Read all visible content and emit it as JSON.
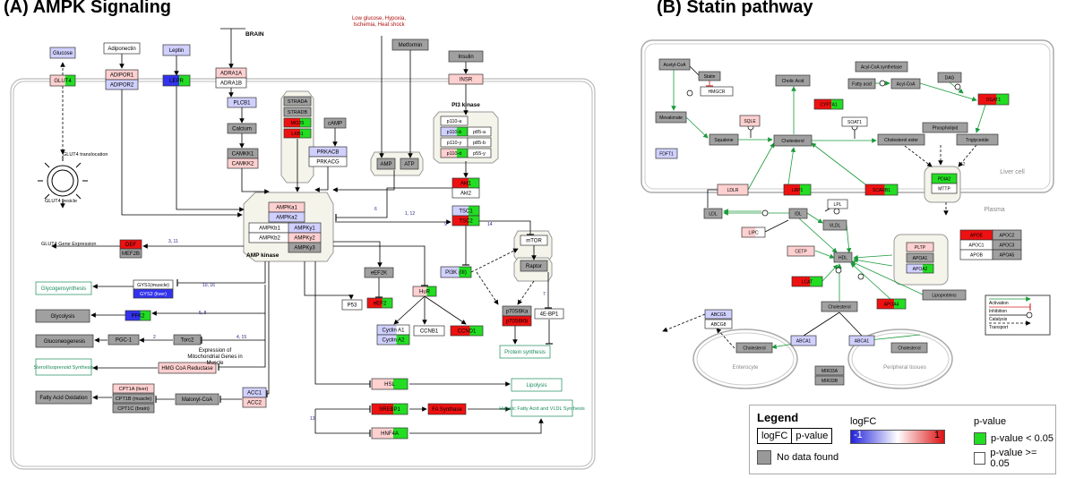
{
  "panels": {
    "a_title": "(A) AMPK Signaling",
    "b_title": "(B) Statin pathway"
  },
  "colors": {
    "gray": "#a0a0a0",
    "green": "#22dd22",
    "red": "#ee1111",
    "pink": "#ffd0d0",
    "blue": "#3333ee",
    "lightblue": "#d0d0ff"
  },
  "amp": {
    "labels": {
      "brain": "BRAIN",
      "stress": "Low glucose, Hypoxia, Ischemia, Heat shock",
      "glut4_trans": "GLUT4 translocation",
      "glut4_vesicle": "GLUT4 vesicle",
      "glut4_expr": "GLUT4 Gene Expression",
      "pi3k": "PI3 kinase",
      "ampk": "AMP kinase",
      "mito": "Expression of Mitochondrial Genes in Muscle"
    },
    "nodes": {
      "glucose": "Glucose",
      "glut4": "GLUT4",
      "adiponectin": "Adiponectin",
      "adipor1": "ADIPOR1",
      "adipor2": "ADIPOR2",
      "leptin": "Leptin",
      "lepr": "LEPR",
      "adra1a": "ADRA1A",
      "adra1b": "ADRA1B",
      "metformin": "Metformin",
      "insulin": "Insulin",
      "insr": "INSR",
      "plcb1": "PLCB1",
      "calcium": "Calcium",
      "camkk1": "CAMKK1",
      "camkk2": "CAMKK2",
      "strada": "STRADA",
      "stradb": "STRADB",
      "mo25": "MO25",
      "lkb1": "LKB1",
      "camp": "cAMP",
      "prkacb": "PRKACB",
      "prkacg": "PRKACG",
      "amp": "AMP",
      "atp": "ATP",
      "p110a": "p110-a",
      "p110b": "p110-b",
      "p110g": "p110-y",
      "p110d": "p110-d",
      "p85a": "p85-a",
      "p85b": "p85-b",
      "p55g": "p55-y",
      "akt1": "Akt1",
      "akt2": "Akt2",
      "ampka1": "AMPKa1",
      "ampka2": "AMPKa2",
      "ampkb1": "AMPKb1",
      "ampkb2": "AMPKb2",
      "ampkg1": "AMPKy1",
      "ampkg2": "AMPKy2",
      "ampkg3": "AMPKy3",
      "tsc1": "TSC1",
      "tsc2": "TSC2",
      "mtor": "mTOR",
      "raptor": "Raptor",
      "pi3k3": "PI3K (III)",
      "def": "DEF",
      "mef2b": "MEF2B",
      "eef2k": "eEF2K",
      "eef2": "eEF2",
      "p53": "P53",
      "hur": "HuR",
      "cyclina1": "Cyclin A1",
      "cyclina2": "Cyclin A2",
      "ccnb1": "CCNB1",
      "ccnd1": "CCND1",
      "p70s6ka": "p70S6Ka",
      "p70s6kb": "p70S6Kb",
      "ebp1": "4E-BP1",
      "protsyn": "Protein synthesis",
      "glycosyn": "Glycogensynthesis",
      "gys1": "GYS1(muscle)",
      "gys2": "GYS2 (liver)",
      "glycolysis": "Glycolysis",
      "pfk2": "PFK2",
      "gluconeo": "Gluconeogenesis",
      "pgc1": "PGC-1",
      "torc2": "Torc2",
      "sterol": "Sterol/Isoprenoid Synthesis",
      "hmgcr": "HMG CoA Reductase",
      "fao": "Fatty Acid Oxidation",
      "cpt1a": "CPT1A (liver)",
      "cpt1b": "CPT1B (muscle)",
      "cpt1c": "CPT1C (brain)",
      "malonyl": "Malonyl-CoA",
      "acc1": "ACC1",
      "acc2": "ACC2",
      "hsl": "HSL",
      "lipolysis": "Lipolysis",
      "srebp1": "SREBP1",
      "fas": "FA Synthase",
      "hepfa": "Hepatic Fatty Acid and VLDL Synthesis",
      "hnf4a": "HNF4A"
    },
    "edge_labels": [
      "3, 11",
      "6",
      "1, 12",
      "9",
      "14",
      "10, 16",
      "5, 8",
      "2",
      "4, 15",
      "7",
      "13"
    ]
  },
  "statin": {
    "labels": {
      "liver": "Liver cell",
      "plasma": "Plasma",
      "enterocyte": "Enterocyte",
      "peripheral": "Peripheral tissues",
      "num2": "2"
    },
    "nodes": {
      "acetylcoa": "Acetyl-CoA",
      "statin": "Statin",
      "hmgcr": "HMGCR",
      "mevalonate": "Mevalonate",
      "fdft1": "FDFT1",
      "squalene": "Squalene",
      "sqle": "SQLE",
      "cholic": "Cholic Acid",
      "cyp7a1": "CYP7A1",
      "cholesterol": "Cholesterol",
      "soat1": "SOAT1",
      "acyl_synth": "Acyl-CoA synthetase",
      "fattyacid": "Fatty acid",
      "acylcoa": "Acyl-CoA",
      "dag": "DAG",
      "dgat1": "DGAT1",
      "phospholipid": "Phospholipid",
      "chol_ester": "Cholesterol ester",
      "triglyceride": "Triglyceride",
      "pdia2": "PDIA2",
      "mttp": "MTTP",
      "ldlr": "LDLR",
      "lrp1": "LRP1",
      "scarb1": "SCARB1",
      "ldl": "LDL",
      "idl": "IDL",
      "lpl": "LPL",
      "vldl": "VLDL",
      "lipc": "LIPC",
      "cetp": "CETP",
      "hdl": "HDL",
      "lcat": "LCAT",
      "pltp": "PLTP",
      "apoa1": "APOA1",
      "apoa2": "APOA2",
      "lipoproteins": "Lipoproteins",
      "apoa4": "APOA4",
      "chol2": "Cholesterol",
      "abcg5": "ABCG5",
      "abcg8": "ABCG8",
      "chol_ent": "Cholesterol",
      "abca1a": "ABCA1",
      "abca1b": "ABCA1",
      "chol_per": "Cholesterol",
      "mir33a": "MIR33A",
      "mir33b": "MIR33B",
      "apoe": "APOE",
      "apoc2": "APOC2",
      "apoc1": "APOC1",
      "apoc3": "APOC3",
      "apob": "APOB",
      "apoa5": "APOA5"
    },
    "key": {
      "activation": "Activation",
      "inhibition": "Inhibition",
      "catalysis": "Catalysis",
      "transport": "Transport"
    }
  },
  "legend": {
    "title": "Legend",
    "logfc": "logFC",
    "pvalue": "p-value",
    "nodata": "No data found",
    "logfc_head": "logFC",
    "min": "-1",
    "max": "1",
    "pvalue_head": "p-value",
    "p_sig": "p-value < 0.05",
    "p_ns": "p-value >= 0.05"
  }
}
